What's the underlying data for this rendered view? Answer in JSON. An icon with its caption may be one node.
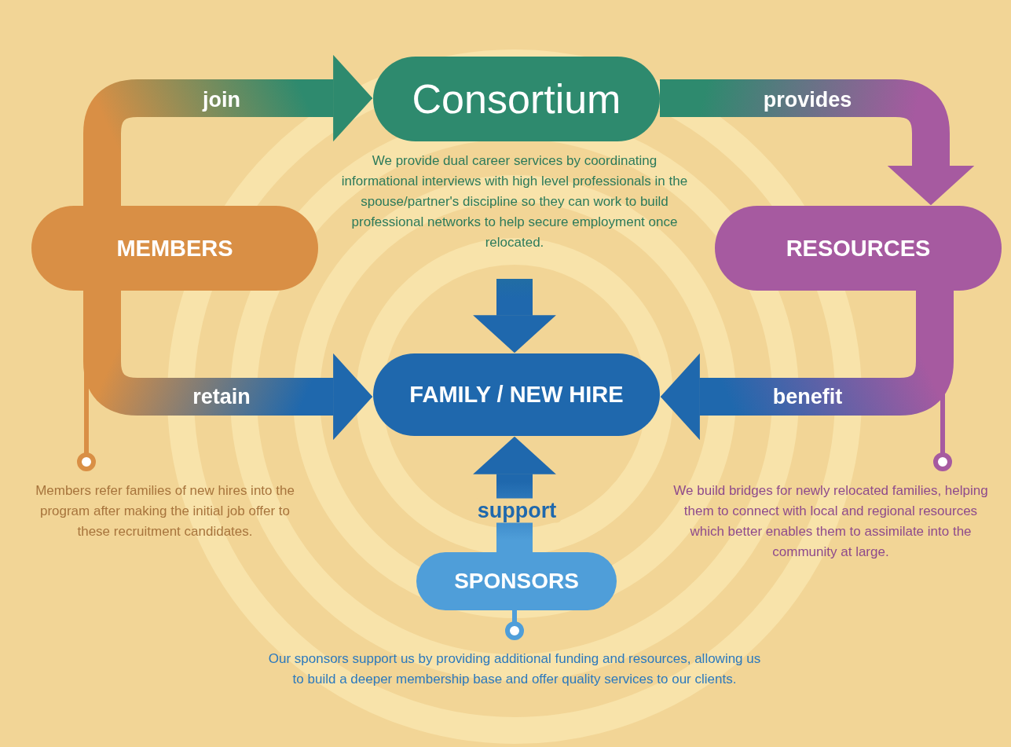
{
  "diagram": {
    "nodes": [
      {
        "text": [
          "Consortium"
        ],
        "beside": [
          "We provide dual career services by coordinating informational interviews with high level professionals in the spouse/partner's discipline so they can work to build professional networks to help secure employment once relocated."
        ]
      },
      {
        "text": [
          "MEMBERS"
        ]
      },
      {
        "text": [
          "RESOURCES"
        ]
      },
      {
        "text": [
          "FAMILY / NEW HIRE"
        ]
      },
      {
        "text": [
          "SPONSORS"
        ],
        "beside": [
          "Our sponsors support us by providing additional funding and resources, allowing us to build a deeper membership base and offer quality services to our clients."
        ]
      }
    ],
    "edges": [
      {
        "from": 1,
        "to": 0,
        "arrow": "to",
        "label": "join",
        "style": "thick",
        "color": "#2e8a6e"
      },
      {
        "from": 0,
        "to": 2,
        "arrow": "to",
        "label": "provides",
        "style": "thick",
        "color": "#a65aa0"
      },
      {
        "from": 1,
        "to": 3,
        "arrow": "to",
        "label": "retain",
        "style": "thick",
        "color": "#1f68ad"
      },
      {
        "from": 2,
        "to": 3,
        "arrow": "to",
        "label": "benefit",
        "style": "thick",
        "color": "#1f68ad"
      },
      {
        "from": 0,
        "to": 3,
        "arrow": "to",
        "style": "thick",
        "color": "#1f68ad"
      },
      {
        "from": 4,
        "to": 3,
        "arrow": "to",
        "label": "support",
        "style": "thick",
        "color": "#1f68ad"
      }
    ],
    "labels": [
      "Members refer families of new hires into the program after making the initial job offer to these recruitment candidates.",
      "We build bridges for newly relocated families, helping them to connect with local and regional resources which better enables them to assimilate into the community at large."
    ]
  }
}
